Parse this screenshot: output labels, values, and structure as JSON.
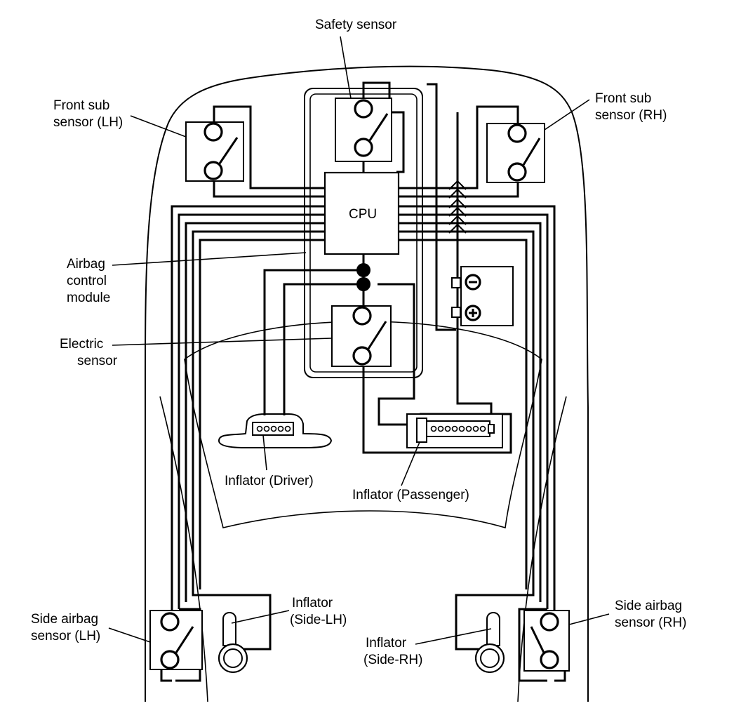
{
  "title": "",
  "labels": {
    "safety_sensor": "Safety sensor",
    "front_sub_lh_1": "Front sub",
    "front_sub_lh_2": "sensor (LH)",
    "front_sub_rh_1": "Front sub",
    "front_sub_rh_2": "sensor (RH)",
    "cpu": "CPU",
    "acm_1": "Airbag",
    "acm_2": "control",
    "acm_3": "module",
    "electric_1": "Electric",
    "electric_2": "sensor",
    "inflator_driver": "Inflator (Driver)",
    "inflator_passenger": "Inflator (Passenger)",
    "inflator_side_lh_1": "Inflator",
    "inflator_side_lh_2": "(Side-LH)",
    "inflator_side_rh_1": "Inflator",
    "inflator_side_rh_2": "(Side-RH)",
    "side_airbag_lh_1": "Side airbag",
    "side_airbag_lh_2": "sensor (LH)",
    "side_airbag_rh_1": "Side airbag",
    "side_airbag_rh_2": "sensor (RH)"
  },
  "colors": {
    "line": "#000000",
    "background": "#ffffff"
  }
}
